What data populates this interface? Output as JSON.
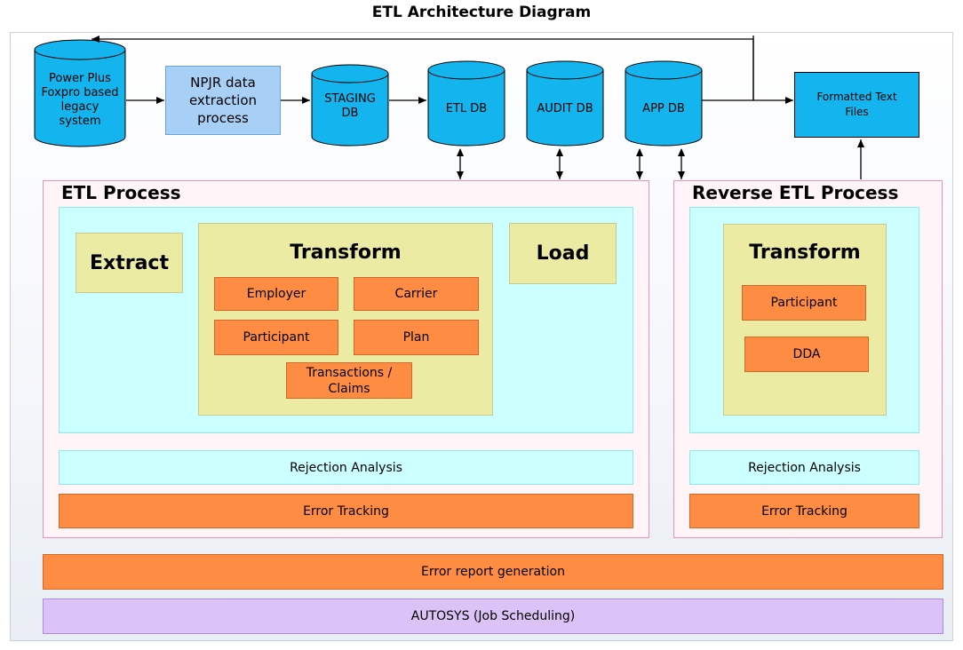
{
  "title": "ETL Architecture Diagram",
  "top": {
    "legacy": "Power Plus Foxpro based legacy system",
    "npjr": "NPJR data extraction process",
    "staging": "STAGING DB",
    "etl_db": "ETL DB",
    "audit_db": "AUDIT DB",
    "app_db": "APP DB",
    "formatted": "Formatted Text Files"
  },
  "etl": {
    "title": "ETL Process",
    "extract": "Extract",
    "transform": "Transform",
    "load": "Load",
    "items": {
      "employer": "Employer",
      "carrier": "Carrier",
      "participant": "Participant",
      "plan": "Plan",
      "transactions": "Transactions / Claims"
    },
    "rejection": "Rejection Analysis",
    "error_tracking": "Error Tracking"
  },
  "reverse": {
    "title": "Reverse ETL Process",
    "transform": "Transform",
    "participant": "Participant",
    "dda": "DDA",
    "rejection": "Rejection Analysis",
    "error_tracking": "Error Tracking"
  },
  "bottom": {
    "error_report": "Error report generation",
    "autosys": "AUTOSYS (Job Scheduling)"
  },
  "colors": {
    "cylinder": "#14b5ee",
    "process_box": "#a8cff5",
    "orange": "#ff8c42",
    "cyan_panel": "#ccffff",
    "olive": "#ebeba3",
    "purple": "#dcc3f7",
    "pink_border": "#f08fb8"
  }
}
